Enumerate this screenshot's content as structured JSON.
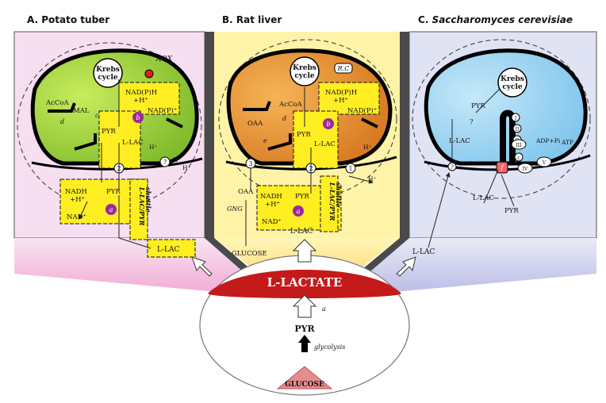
{
  "panels": {
    "a": {
      "letter": "A.",
      "name": "Potato tuber"
    },
    "b": {
      "letter": "B.",
      "name": "Rat liver"
    },
    "c": {
      "letter": "C.",
      "name": "Saccharomyces cerevisiae"
    }
  },
  "labels": {
    "krebs_1": "Krebs",
    "krebs_2": "cycle",
    "aox": "AOX",
    "rc": "R.C",
    "acoa": "AcCoA",
    "mal": "MAL",
    "pyr": "PYR",
    "llac": "L-LAC",
    "nadph": "NAD(P)H",
    "h_plus": "+H⁺",
    "nadp": "NAD(P)⁺",
    "hplus": "H⁺",
    "nadh": "NADH",
    "nad": "NAD⁺",
    "shuttle": "L-LAC/PYR",
    "shuttle2": "shuttle",
    "oaa": "OAA",
    "gng": "GNG",
    "glucose_b": "GLUCOSE",
    "adp_pi": "ADP+Pi",
    "atp": "ATP",
    "llactate": "L-LACTATE",
    "glycolysis": "glycolysis",
    "glucose": "GLUCOSE",
    "q": "?",
    "en_a": "a",
    "en_b": "b",
    "en_c": "c",
    "en_d": "d",
    "en_e": "e",
    "en_f": "f",
    "n1": "1",
    "n2": "2",
    "n3": "3",
    "c_i": "I",
    "c_ii": "II",
    "c_iii": "III",
    "c_iv": "IV",
    "c_v": "V",
    "c_q": "Q",
    "c_c": "c"
  },
  "colors": {
    "panel_a_bg": "#f6dff0",
    "panel_b_bg": "#fff3a8",
    "panel_c_bg": "#e0e3f4",
    "mito_a": "#a8d63a",
    "mito_b": "#ec9a3a",
    "mito_c": "#9fd6f2",
    "yellow_box": "#ffee22",
    "lactate_red": "#c41a1a",
    "glucose_pink": "#e58c8c",
    "enzyme": "#9a2a9c"
  }
}
